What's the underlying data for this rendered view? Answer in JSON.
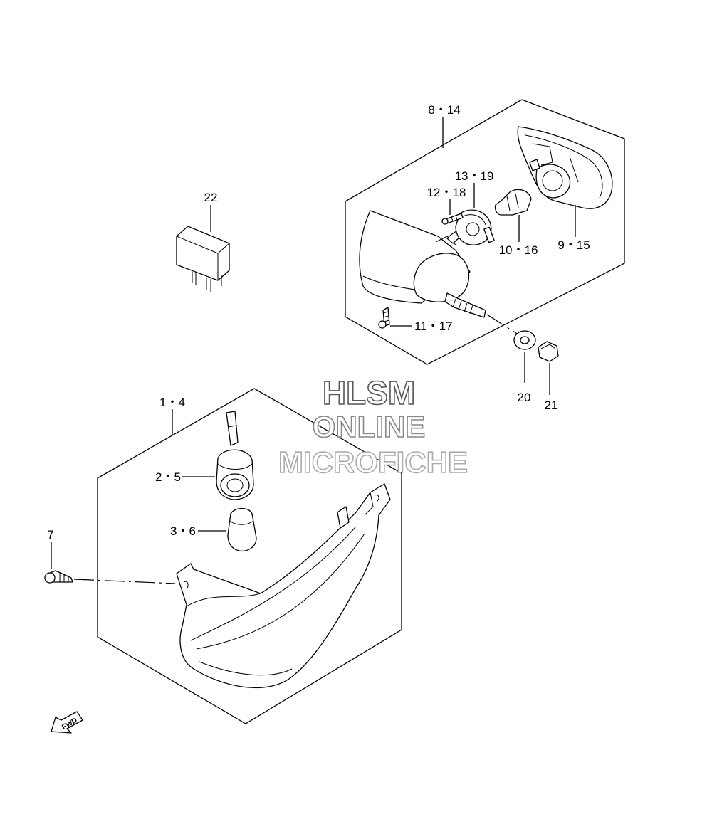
{
  "labels": {
    "l22": "22",
    "l8_14": "8・14",
    "l13_19": "13・19",
    "l12_18": "12・18",
    "l10_16": "10・16",
    "l9_15": "9・15",
    "l11_17": "11・17",
    "l20": "20",
    "l21": "21",
    "l1_4": "1・4",
    "l2_5": "2・5",
    "l3_6": "3・6",
    "l7": "7"
  },
  "watermark": {
    "line1": "HLSM",
    "line2": "ONLINE",
    "line3": "MICROFICHE"
  },
  "fwd_label": "FWD"
}
